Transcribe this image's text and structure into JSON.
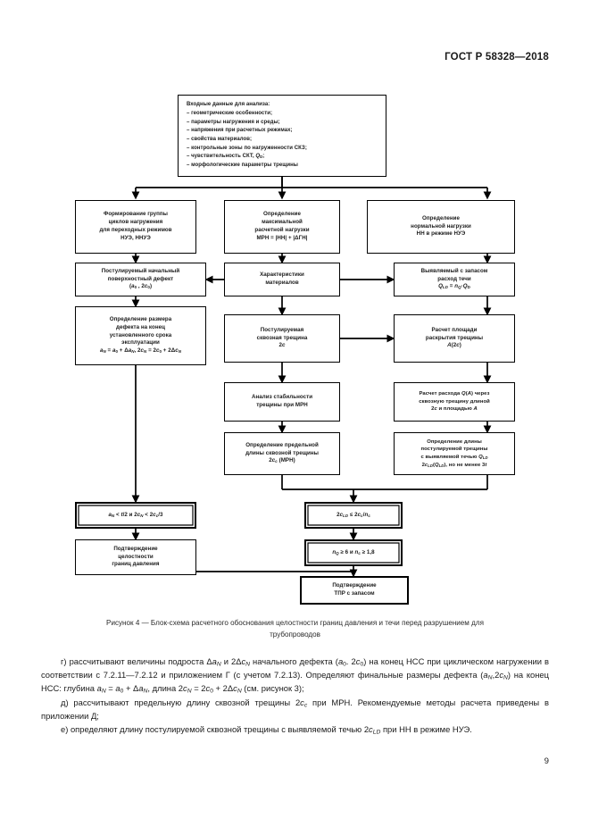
{
  "header": {
    "standard": "ГОСТ Р 58328—2018"
  },
  "flowchart": {
    "input_box": {
      "title": "Входные данные для анализа:",
      "items": [
        "– геометрические особенности;",
        "– параметры нагружения и среды;",
        "– напряжения при расчетных режимах;",
        "– свойства материалов;",
        "– контрольные зоны по нагруженности СКЗ;",
        "– чувствительность СКТ, Q_D;",
        "– морфологические параметры трещины"
      ]
    },
    "col_left": [
      {
        "name": "cycle-group",
        "lines": [
          "Формирование группы",
          "циклов нагружения",
          "для переходных режимов",
          "НУЭ, ННУЭ"
        ]
      },
      {
        "name": "initial-defect",
        "lines": [
          "Постулируемый начальный",
          "поверхностный дефект",
          "(a0 , 2c0)"
        ]
      },
      {
        "name": "defect-size-eol",
        "lines": [
          "Определение размера",
          "дефекта на конец",
          "установленного срока",
          "эксплуатации",
          "aN = a0 + ΔaN, 2cN = 2c0 + 2ΔcN"
        ]
      },
      {
        "name": "criterion-left",
        "lines": [
          "aN < t/2 и 2cN < 2cc/3"
        ]
      },
      {
        "name": "conclusion-left",
        "lines": [
          "Подтверждение",
          "целостности",
          "границ давления"
        ]
      }
    ],
    "col_mid": [
      {
        "name": "max-load",
        "lines": [
          "Определение",
          "максимальной",
          "расчетной нагрузки",
          "МРН = |НН| + |ΔГН|"
        ]
      },
      {
        "name": "material-props",
        "lines": [
          "Характеристики",
          "материалов"
        ]
      },
      {
        "name": "postulated-crack",
        "lines": [
          "Постулируемая",
          "сквозная трещина",
          "2c"
        ]
      },
      {
        "name": "stability-analysis",
        "lines": [
          "Анализ стабильности",
          "трещины при МРН"
        ]
      },
      {
        "name": "critical-length",
        "lines": [
          "Определение предельной",
          "длины сквозной трещины",
          "2cc (МРН)"
        ]
      }
    ],
    "col_right": [
      {
        "name": "normal-load",
        "lines": [
          "Определение",
          "нормальной нагрузки",
          "НН в режиме НУЭ"
        ]
      },
      {
        "name": "detectable-leak",
        "lines": [
          "Выявляемый с запасом",
          "расход течи",
          "QLD = nQ·QD"
        ]
      },
      {
        "name": "opening-area",
        "lines": [
          "Расчет площади",
          "раскрытия трещины",
          "A(2c)"
        ]
      },
      {
        "name": "flow-rate",
        "lines": [
          "Расчет расхода Q(A) через",
          "сквозную трещину длиной",
          "2c и площадью A"
        ]
      },
      {
        "name": "leak-crack-length",
        "lines": [
          "Определение длины",
          "постулируемой трещины",
          "с выявляемой течью QLD",
          "2cLD(QLD), но не менее 3t"
        ]
      },
      {
        "name": "criterion-right-1",
        "lines": [
          "2cLD ≤ 2cc/nc"
        ]
      },
      {
        "name": "criterion-right-2",
        "lines": [
          "nQ ≥ 6 и nc ≥ 1,8"
        ]
      },
      {
        "name": "conclusion-right",
        "lines": [
          "Подтверждение",
          "ТПР с запасом"
        ]
      }
    ]
  },
  "caption": {
    "line1": "Рисунок 4 — Блок-схема расчетного обоснования целостности границ давления и течи перед разрушением для",
    "line2": "трубопроводов"
  },
  "body": {
    "p_g": "г) рассчитывают величины подроста ΔaN и 2ΔcN начального дефекта (a0. 2c0) на конец НСС при циклическом нагружении в соответствии с 7.2.11—7.2.12 и приложением Г (с учетом 7.2.13). Определяют финальные размеры дефекта (aN,2cN) на конец НСС: глубина aN = a0 + ΔaN, длина 2cN = 2c0 + 2ΔcN (см. рисунок 3);",
    "p_d": "д) рассчитывают предельную длину сквозной трещины 2cc при МРН. Рекомендуемые методы расчета приведены в приложении Д;",
    "p_e": "е) определяют длину постулируемой сквозной трещины с выявляемой течью 2cLD при НН в режиме НУЭ."
  },
  "folio": {
    "page_number": "9"
  }
}
